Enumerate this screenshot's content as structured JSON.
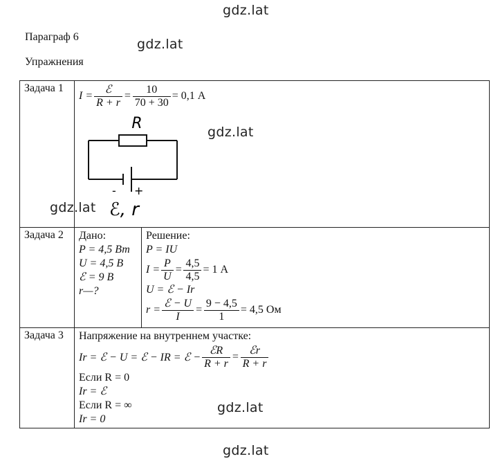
{
  "watermark": "gdz.lat",
  "header": {
    "paragraph": "Параграф 6",
    "section": "Упражнения"
  },
  "task1": {
    "label": "Задача 1",
    "formula": {
      "lhs": "I =",
      "f1_num": "ℰ",
      "f1_den": "R + r",
      "eq": "=",
      "f2_num": "10",
      "f2_den": "70 + 30",
      "result": "= 0,1 А"
    },
    "diagram": {
      "resistor_label": "R",
      "minus": "-",
      "plus": "+",
      "source_label": "ℰ, r"
    }
  },
  "task2": {
    "label": "Задача 2",
    "given_title": "Дано:",
    "given": [
      "P = 4,5 Вт",
      "U = 4,5 В",
      "ℰ = 9 В",
      "r—?"
    ],
    "solution_title": "Решение:",
    "line1": "P = IU",
    "line2": {
      "lhs": "I =",
      "f1_num": "P",
      "f1_den": "U",
      "eq": "=",
      "f2_num": "4,5",
      "f2_den": "4,5",
      "result": "= 1 А"
    },
    "line3": "U = ℰ − Ir",
    "line4": {
      "lhs": "r =",
      "f1_num": "ℰ − U",
      "f1_den": "I",
      "eq": "=",
      "f2_num": "9 − 4,5",
      "f2_den": "1",
      "result": "= 4,5 Ом"
    }
  },
  "task3": {
    "label": "Задача 3",
    "intro": "Напряжение на внутреннем участке:",
    "eq": {
      "lhs": "Ir = ℰ − U = ℰ − IR = ℰ −",
      "f1_num": "ℰR",
      "f1_den": "R + r",
      "eq": "=",
      "f2_num": "ℰr",
      "f2_den": "R + r"
    },
    "lines": [
      "Если R = 0",
      "Ir = ℰ",
      "Если R = ∞",
      "Ir = 0"
    ]
  }
}
